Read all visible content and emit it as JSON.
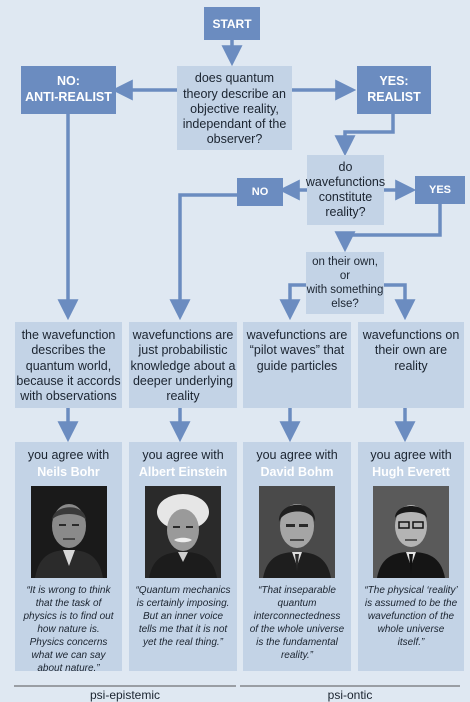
{
  "start": "START",
  "q1": "does quantum\ntheory describe an\nobjective reality,\nindependant of the\nobserver?",
  "no_realist": {
    "line1": "NO:",
    "line2": "ANTI-REALIST"
  },
  "yes_realist": {
    "line1": "YES:",
    "line2": "REALIST"
  },
  "q2": "do\nwavefunctions\nconstitute\nreality?",
  "no2": "NO",
  "yes2": "YES",
  "q3": "on their own, or\nwith something\nelse?",
  "positions": [
    "the wavefunction\ndescribes the\nquantum world,\nbecause it accords\nwith observations",
    "wavefunctions are\njust probabilistic\nknowledge about a\ndeeper underlying\nreality",
    "wavefunctions are\n“pilot waves” that\nguide particles",
    "wavefunctions on\ntheir own are\nreality"
  ],
  "cards": [
    {
      "agree": "you agree with",
      "scientist": "Neils Bohr",
      "quote": "“It is wrong to think that the task of physics is to find out how nature is. Physics concerns what we can say about nature.”"
    },
    {
      "agree": "you agree with",
      "scientist": "Albert Einstein",
      "quote": "“Quantum mechanics is certainly imposing. But an inner voice tells me that it is not yet the real thing.”"
    },
    {
      "agree": "you agree with",
      "scientist": "David Bohm",
      "quote": "“That inseparable quantum interconnectedness of the whole universe is the fundamental reality.”"
    },
    {
      "agree": "you agree with",
      "scientist": "Hugh Everett",
      "quote": "“The physical ‘reality’ is assumed to be the wavefunction of the whole universe itself.”"
    }
  ],
  "groups": {
    "left": "psi-epistemic",
    "right": "psi-ontic"
  },
  "colors": {
    "arrow": "#6b8cc0",
    "dark": "#6b8cc0",
    "light": "#c3d3e6",
    "background": "#dfe8f2"
  }
}
